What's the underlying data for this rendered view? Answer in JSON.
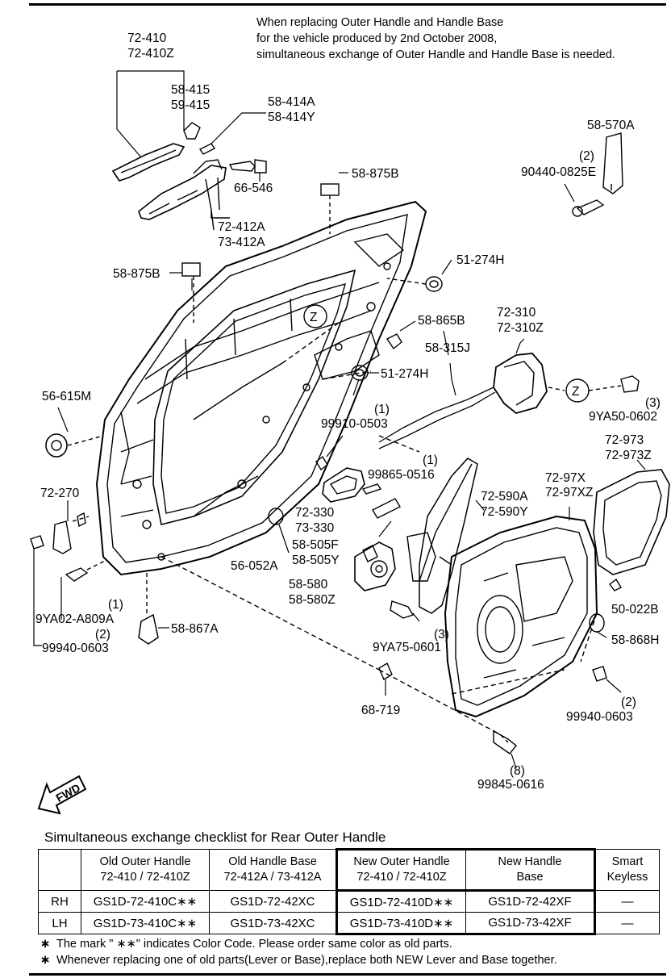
{
  "notice": {
    "line1": "When replacing Outer Handle and Handle Base",
    "line2": "for the vehicle produced by 2nd October 2008,",
    "line3": "simultaneous exchange of Outer Handle and Handle Base is needed."
  },
  "callouts": {
    "c72_410": "72-410",
    "c72_410z": "72-410Z",
    "c58_415": "58-415",
    "c59_415": "59-415",
    "c58_414a": "58-414A",
    "c58_414y": "58-414Y",
    "c66_546": "66-546",
    "c72_412a": "72-412A",
    "c73_412a": "73-412A",
    "c58_875b_top": "58-875B",
    "c58_570a": "58-570A",
    "q90440": "(2)",
    "c90440": "90440-0825E",
    "c58_875b_left": "58-875B",
    "c51_274h_top": "51-274H",
    "z1": "Z",
    "c58_865b": "58-865B",
    "c72_310": "72-310",
    "c72_310z": "72-310Z",
    "c58_315j": "58-315J",
    "c51_274h_mid": "51-274H",
    "z2": "Z",
    "c56_615m": "56-615M",
    "q99910": "(1)",
    "c99910": "99910-0503",
    "c9ya50": "9YA50-0602",
    "q9ya50": "(3)",
    "c72_973": "72-973",
    "c72_973z": "72-973Z",
    "q99865": "(1)",
    "c99865": "99865-0516",
    "c72_270": "72-270",
    "c72_330": "72-330",
    "c73_330": "73-330",
    "c72_590a": "72-590A",
    "c72_590y": "72-590Y",
    "c72_97x": "72-97X",
    "c72_97xz": "72-97XZ",
    "c58_505f": "58-505F",
    "c58_505y": "58-505Y",
    "c56_052a": "56-052A",
    "c58_580": "58-580",
    "c58_580z": "58-580Z",
    "q9ya02": "(1)",
    "c9ya02": "9YA02-A809A",
    "q99940_l": "(2)",
    "c99940_l": "99940-0603",
    "c58_867a": "58-867A",
    "c50_022b": "50-022B",
    "c58_868h": "58-868H",
    "c9ya75": "9YA75-0601",
    "q9ya75": "(3)",
    "c68_719": "68-719",
    "q99940_r": "(2)",
    "c99940_r": "99940-0603",
    "q99845": "(8)",
    "c99845": "99845-0616",
    "fwd": "FWD"
  },
  "checklist": {
    "title": "Simultaneous exchange checklist for Rear Outer Handle",
    "headers": [
      {
        "l1": "",
        "l2": ""
      },
      {
        "l1": "Old Outer Handle",
        "l2": "72-410 / 72-410Z"
      },
      {
        "l1": "Old Handle Base",
        "l2": "72-412A / 73-412A"
      },
      {
        "l1": "New Outer Handle",
        "l2": "72-410 / 72-410Z"
      },
      {
        "l1": "New Handle",
        "l2": "Base"
      },
      {
        "l1": "Smart",
        "l2": "Keyless"
      }
    ],
    "rows": [
      {
        "side": "RH",
        "old_handle": "GS1D-72-410C∗∗",
        "old_base": "GS1D-72-42XC",
        "new_handle": "GS1D-72-410D∗∗",
        "new_base": "GS1D-72-42XF",
        "keyless": "—"
      },
      {
        "side": "LH",
        "old_handle": "GS1D-73-410C∗∗",
        "old_base": "GS1D-73-42XC",
        "new_handle": "GS1D-73-410D∗∗",
        "new_base": "GS1D-73-42XF",
        "keyless": "—"
      }
    ]
  },
  "notes": {
    "n1": "The mark \" ∗∗\" indicates Color Code. Please order same color as old parts.",
    "n2": "Whenever replacing one of old parts(Lever or Base),replace both NEW Lever and Base together.",
    "star": "∗"
  }
}
